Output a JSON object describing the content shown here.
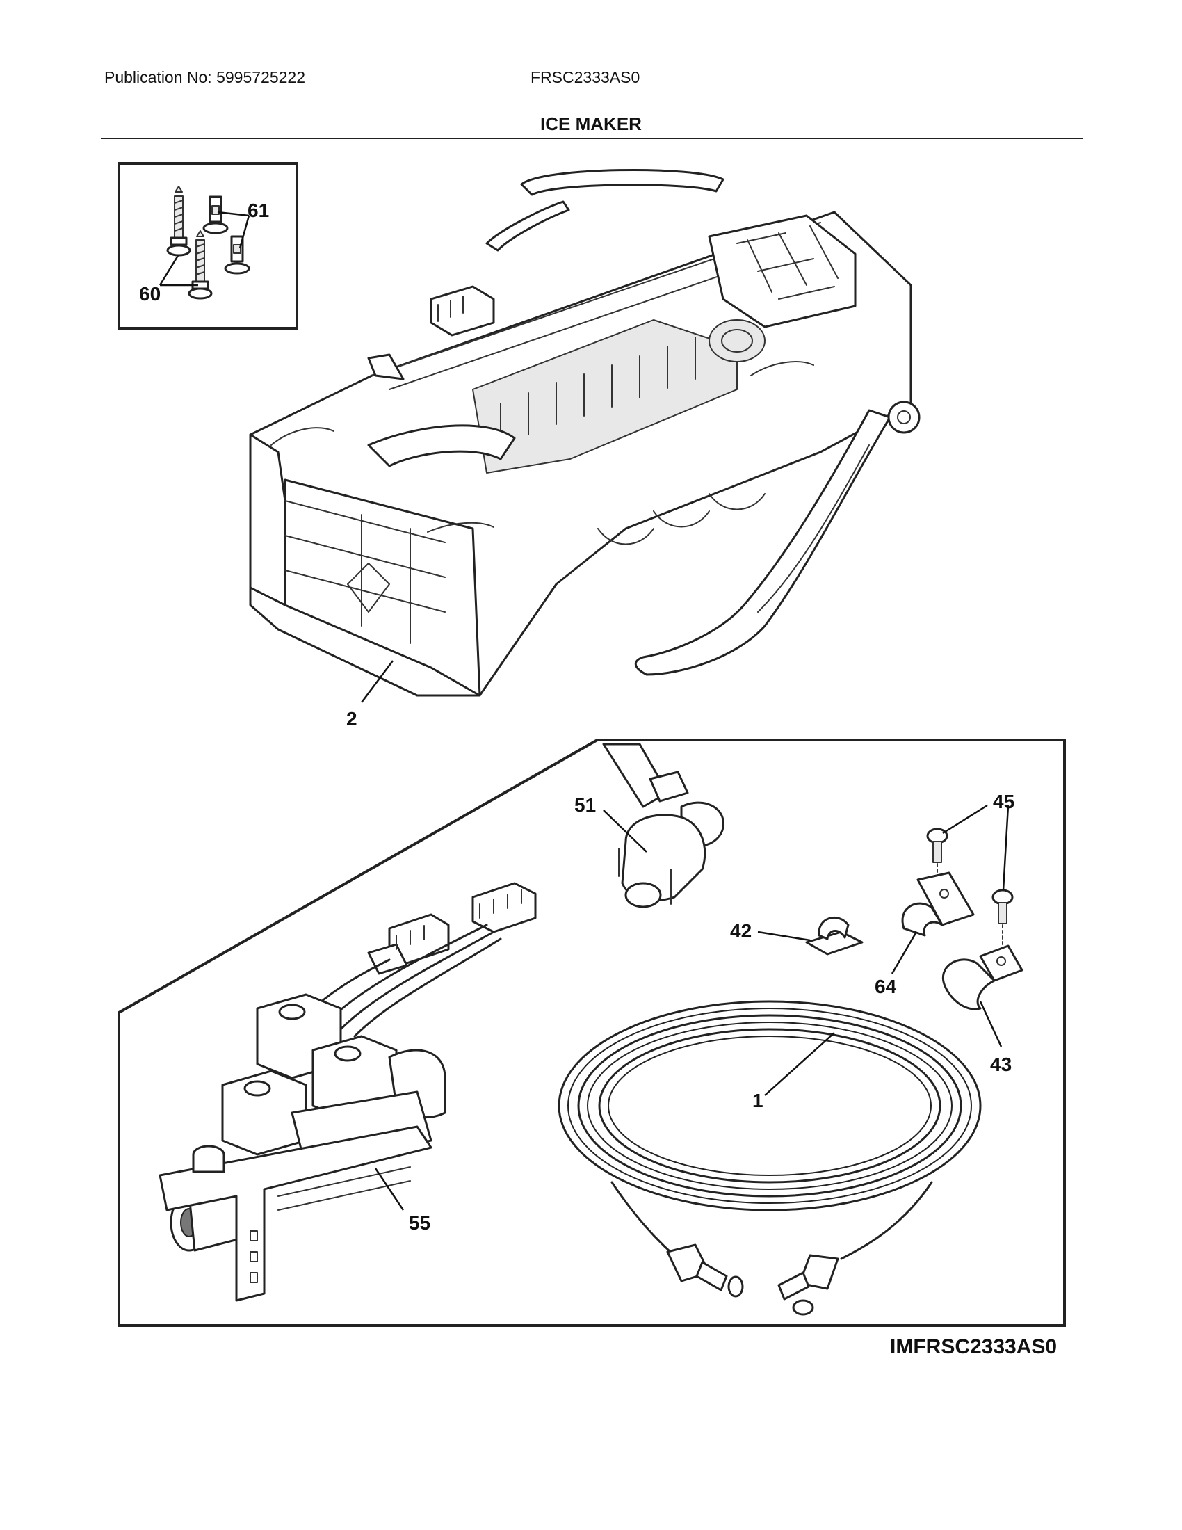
{
  "header": {
    "publication": "Publication No: 5995725222",
    "model": "FRSC2333AS0"
  },
  "section_title": "ICE MAKER",
  "diagram_code": "IMFRSC2333AS0",
  "parts": [
    {
      "ref": "60",
      "desc": "screw"
    },
    {
      "ref": "61",
      "desc": "screw"
    },
    {
      "ref": "2",
      "desc": "ice maker assembly"
    },
    {
      "ref": "51",
      "desc": "fill tube fitting"
    },
    {
      "ref": "45",
      "desc": "screw"
    },
    {
      "ref": "42",
      "desc": "clip"
    },
    {
      "ref": "64",
      "desc": "clamp"
    },
    {
      "ref": "43",
      "desc": "clamp"
    },
    {
      "ref": "1",
      "desc": "water tubing"
    },
    {
      "ref": "55",
      "desc": "water valve"
    }
  ],
  "icons": [
    "screw-icon",
    "ice-maker-icon",
    "water-valve-icon",
    "clamp-icon",
    "tubing-icon"
  ]
}
